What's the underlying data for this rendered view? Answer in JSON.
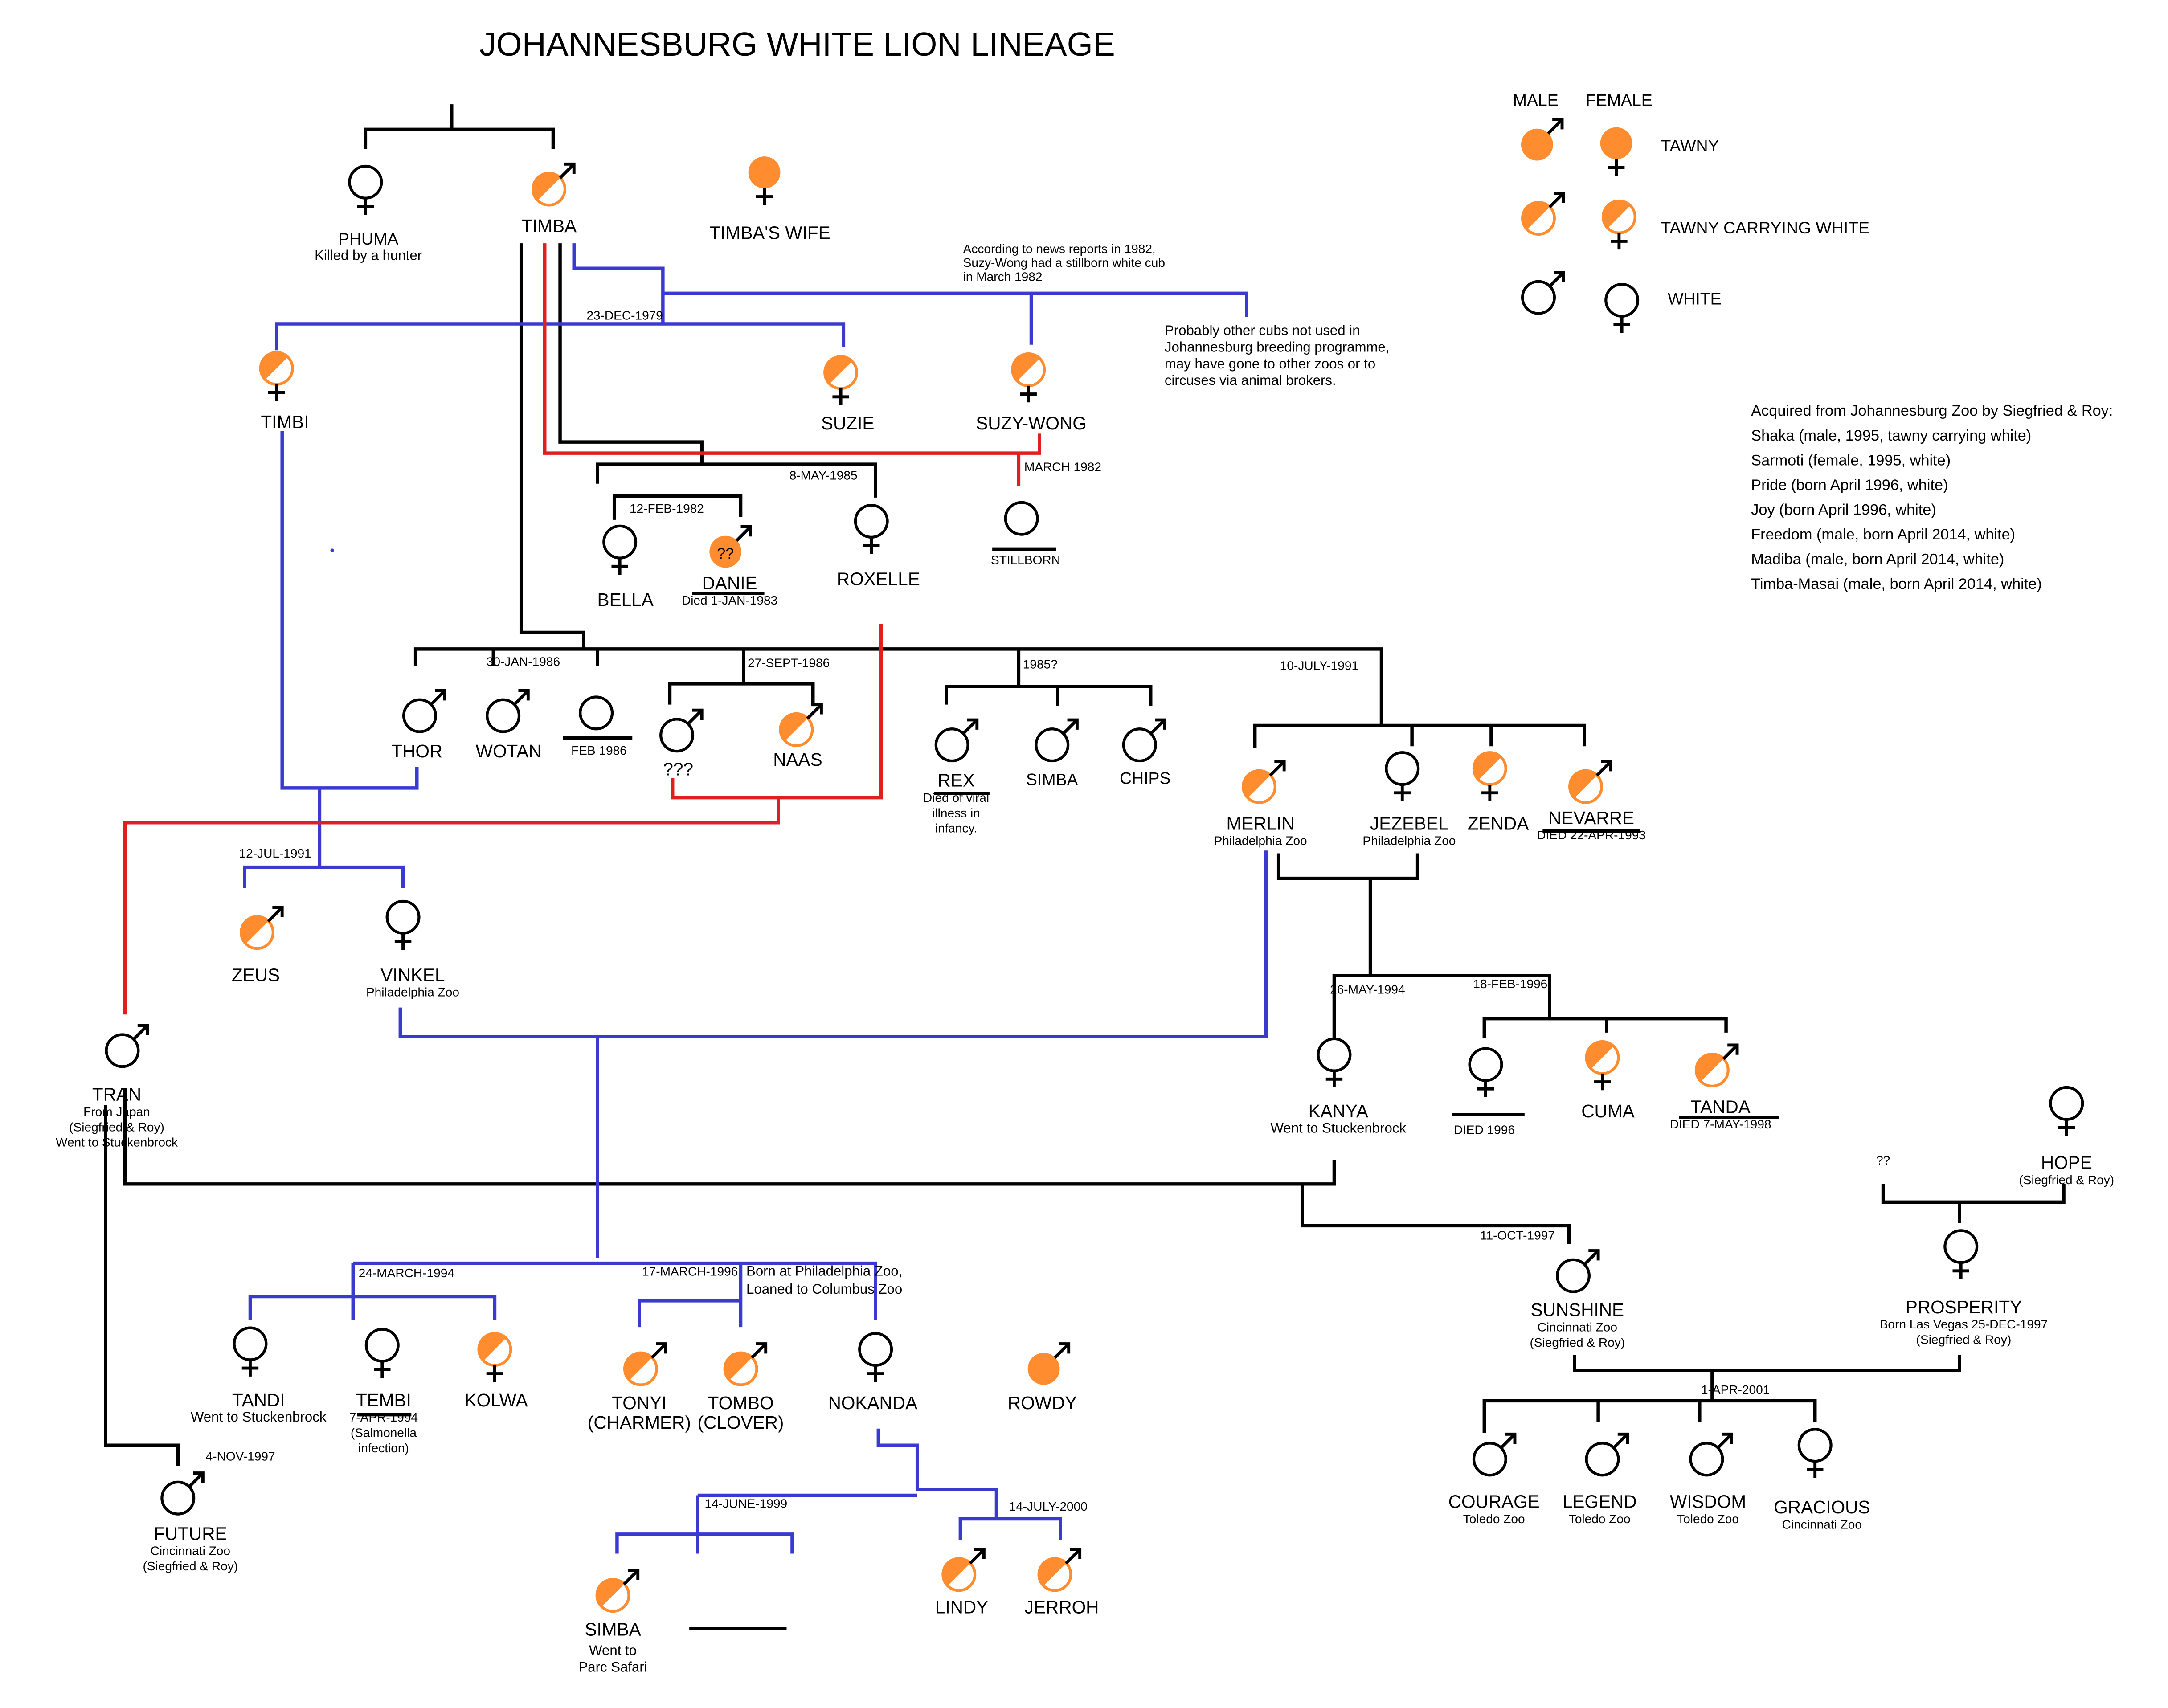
{
  "title": "JOHANNESBURG WHITE LION LINEAGE",
  "colors": {
    "tawny": "#ff8c2e",
    "black": "#000000",
    "blue": "#3535c8",
    "red": "#e01818"
  },
  "legend": {
    "male_header": "MALE",
    "female_header": "FEMALE",
    "tawny": "TAWNY",
    "carrier": "TAWNY CARRYING WHITE",
    "white": "WHITE"
  },
  "acquired": {
    "heading": "Acquired from Johannesburg Zoo by Siegfried & Roy:",
    "lines": [
      "Shaka (male, 1995, tawny carrying white)",
      "Sarmoti (female, 1995, white)",
      "Pride (born April 1996, white)",
      "Joy (born April 1996, white)",
      "Freedom (male, born April 2014, white)",
      "Madiba (male, born April 2014, white)",
      "Timba-Masai (male, born April 2014, white)"
    ]
  },
  "notes": {
    "suzywong_news": [
      "According to news reports in 1982,",
      "Suzy-Wong had a stillborn white cub",
      "in March 1982"
    ],
    "other_cubs": [
      "Probably other cubs not used in",
      "Johannesburg breeding programme,",
      "may have gone to other zoos or to",
      "circuses via animal brokers."
    ]
  },
  "dates": {
    "d1979": "23-DEC-1979",
    "d1982a": "12-FEB-1982",
    "d1985": "8-MAY-1985",
    "mar1982": "MARCH 1982",
    "d1986a": "30-JAN-1986",
    "d1986b": "27-SEPT-1986",
    "d1985q": "1985?",
    "d1991a": "10-JULY-1991",
    "d1991b": "12-JUL-1991",
    "d1994a": "26-MAY-1994",
    "d1996a": "18-FEB-1996",
    "d1994b": "24-MARCH-1994",
    "d1996b": "17-MARCH-1996",
    "d1997a": "4-NOV-1997",
    "d1997b": "11-OCT-1997",
    "d1999": "14-JUNE-1999",
    "d2000": "14-JULY-2000",
    "d2001": "1-APR-2001",
    "philly_note": [
      "Born at Philadelphia Zoo,",
      "Loaned to Columbus Zoo"
    ]
  },
  "lions": {
    "phuma": {
      "name": "PHUMA",
      "note": [
        "Killed by a hunter"
      ]
    },
    "timba": {
      "name": "TIMBA"
    },
    "timbaswife": {
      "name": "TIMBA'S WIFE"
    },
    "timbi": {
      "name": "TIMBI"
    },
    "suzie": {
      "name": "SUZIE"
    },
    "suzywong": {
      "name": "SUZY-WONG"
    },
    "stillborn": {
      "name": "STILLBORN"
    },
    "bella": {
      "name": "BELLA"
    },
    "danie": {
      "name": "DANIE",
      "note": [
        "Died 1-JAN-1983"
      ],
      "mark": "??"
    },
    "roxelle": {
      "name": "ROXELLE"
    },
    "thor": {
      "name": "THOR"
    },
    "wotan": {
      "name": "WOTAN"
    },
    "feb1986": {
      "name": "FEB 1986"
    },
    "qqq": {
      "name": "???"
    },
    "naas": {
      "name": "NAAS"
    },
    "rex": {
      "name": "REX",
      "note": [
        "Died of viral",
        "illness in",
        "infancy."
      ]
    },
    "simba1": {
      "name": "SIMBA"
    },
    "chips": {
      "name": "CHIPS"
    },
    "merlin": {
      "name": "MERLIN",
      "note": [
        "Philadelphia Zoo"
      ]
    },
    "jezebel": {
      "name": "JEZEBEL",
      "note": [
        "Philadelphia Zoo"
      ]
    },
    "zenda": {
      "name": "ZENDA"
    },
    "nevarre": {
      "name": "NEVARRE",
      "note": [
        "DIED 22-APR-1993"
      ]
    },
    "zeus": {
      "name": "ZEUS"
    },
    "vinkel": {
      "name": "VINKEL",
      "note": [
        "Philadelphia Zoo"
      ]
    },
    "tran": {
      "name": "TRAN",
      "note": [
        "From Japan",
        "(Siegfried & Roy)",
        "Went to Stuckenbrock"
      ]
    },
    "kanya": {
      "name": "KANYA",
      "note": [
        "Went to Stuckenbrock"
      ]
    },
    "died1996": {
      "name": "DIED 1996"
    },
    "cuma": {
      "name": "CUMA"
    },
    "tanda": {
      "name": "TANDA",
      "note": [
        "DIED 7-MAY-1998"
      ]
    },
    "hope": {
      "name": "HOPE",
      "note": [
        "(Siegfried & Roy)"
      ]
    },
    "qq": {
      "name": "??"
    },
    "prosperity": {
      "name": "PROSPERITY",
      "note": [
        "Born Las Vegas 25-DEC-1997",
        "(Siegfried & Roy)"
      ]
    },
    "sunshine": {
      "name": "SUNSHINE",
      "note": [
        "Cincinnati Zoo",
        "(Siegfried & Roy)"
      ]
    },
    "tandi": {
      "name": "TANDI",
      "note": [
        "Went to Stuckenbrock"
      ]
    },
    "tembi": {
      "name": "TEMBI",
      "note": [
        "7-APR-1994",
        "(Salmonella",
        "infection)"
      ]
    },
    "kolwa": {
      "name": "KOLWA"
    },
    "tonyi": {
      "name": "TONYI",
      "note2": "(CHARMER)"
    },
    "tombo": {
      "name": "TOMBO",
      "note2": "(CLOVER)"
    },
    "nokanda": {
      "name": "NOKANDA"
    },
    "rowdy": {
      "name": "ROWDY"
    },
    "future": {
      "name": "FUTURE",
      "note": [
        "Cincinnati Zoo",
        "(Siegfried & Roy)"
      ]
    },
    "simba2": {
      "name": "SIMBA",
      "note2a": "Went to",
      "note2b": "Parc Safari"
    },
    "lindy": {
      "name": "LINDY"
    },
    "jerroh": {
      "name": "JERROH"
    },
    "courage": {
      "name": "COURAGE",
      "note": [
        "Toledo Zoo"
      ]
    },
    "legend": {
      "name": "LEGEND",
      "note": [
        "Toledo Zoo"
      ]
    },
    "wisdom": {
      "name": "WISDOM",
      "note": [
        "Toledo Zoo"
      ]
    },
    "gracious": {
      "name": "GRACIOUS",
      "note": [
        "Cincinnati Zoo"
      ]
    }
  }
}
